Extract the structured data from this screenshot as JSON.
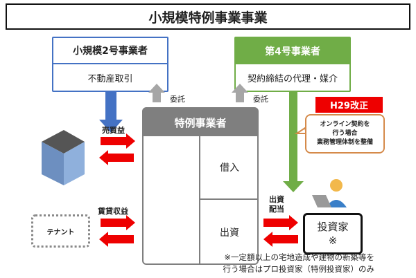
{
  "title": "小規模特例事業事業",
  "small_operator": {
    "title": "小規模2号事業者",
    "role": "不動産取引"
  },
  "fourth_operator": {
    "title": "第4号事業者",
    "role": "契約締結の代理・媒介"
  },
  "entrust_labels": [
    "委託",
    "委託"
  ],
  "special_operator": {
    "title": "特例事業者",
    "cells": [
      "借入",
      "出資"
    ]
  },
  "revision": {
    "badge": "H29改正",
    "callout": [
      "オンライン契約を",
      "行う場合",
      "業務管理体制を整備"
    ]
  },
  "flows": {
    "sale": "売買益",
    "rent": "賃貸収益",
    "invest": [
      "出資",
      "配当"
    ]
  },
  "tenant": "テナント",
  "investor": {
    "label": "投資家",
    "mark": "※"
  },
  "footnote": [
    "※一定額以上の宅地造成や建物の新築等を",
    "行う場合はプロ投資家（特例投資家）のみ"
  ],
  "colors": {
    "blue": "#4472c4",
    "green": "#70ad47",
    "red": "#e00000",
    "gray": "#7f7f7f",
    "orange": "#d58a4a"
  }
}
